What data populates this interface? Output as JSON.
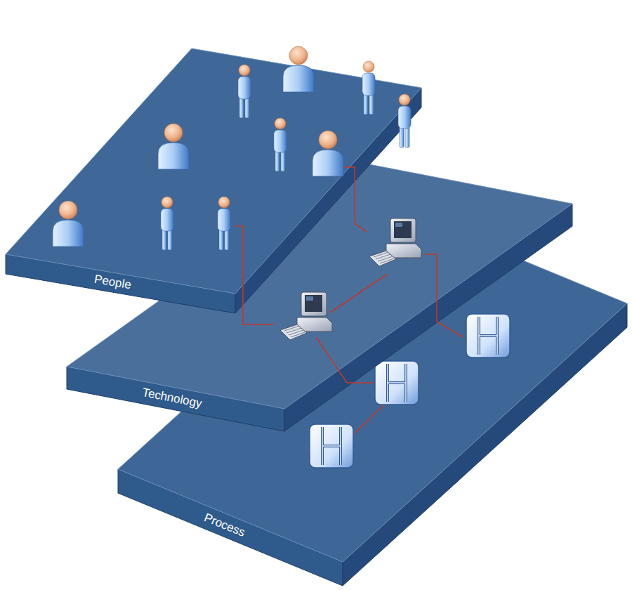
{
  "diagram": {
    "nodes": [
      {
        "text": [
          "People"
        ]
      },
      {
        "text": [
          "Technology"
        ]
      },
      {
        "text": [
          "Process"
        ]
      }
    ]
  }
}
